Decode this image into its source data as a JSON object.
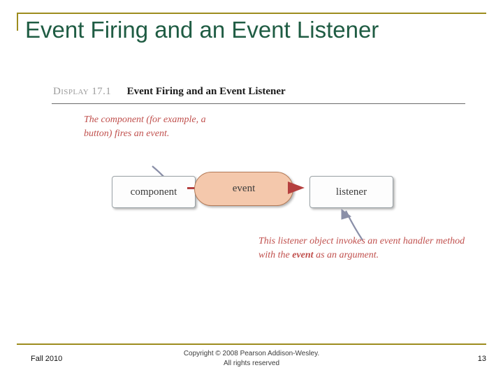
{
  "slide": {
    "title": "Event Firing and an Event Listener",
    "accent_color": "#9d8c1e",
    "title_color": "#1f5c43"
  },
  "figure": {
    "display_label": "Display 17.1",
    "display_title": "Event Firing and an Event Listener",
    "nodes": [
      {
        "id": "component",
        "label": "component",
        "shape": "rounded-rect"
      },
      {
        "id": "event",
        "label": "event",
        "shape": "oval",
        "fill": "#f4c8ac"
      },
      {
        "id": "listener",
        "label": "listener",
        "shape": "rounded-rect"
      }
    ],
    "annotations": [
      {
        "id": "component-note",
        "text": "The component (for example, a button) fires an event.",
        "color": "#c0504d"
      },
      {
        "id": "listener-note",
        "text_before": "This listener object invokes an event handler method with the ",
        "emphasis": "event",
        "text_after": " as an argument.",
        "color": "#c0504d"
      }
    ]
  },
  "footer": {
    "left": "Fall 2010",
    "copyright_line1": "Copyright © 2008 Pearson Addison-Wesley.",
    "copyright_line2": "All rights reserved",
    "page_number": "13"
  }
}
